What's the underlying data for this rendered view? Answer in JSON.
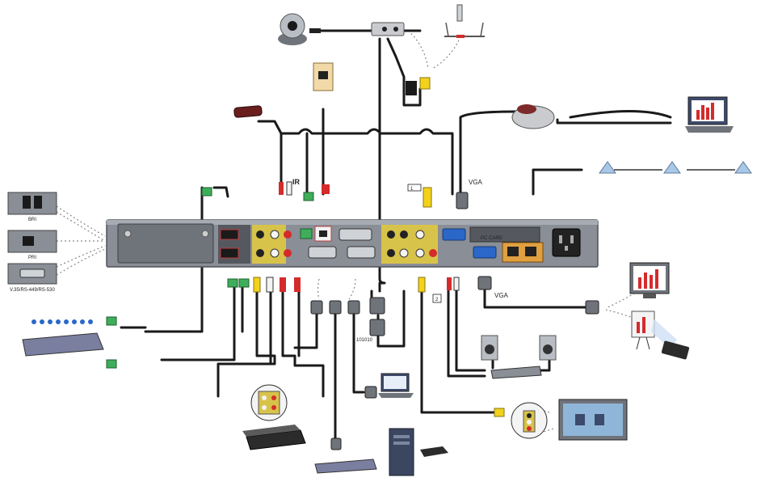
{
  "labels": {
    "bri": "BRI",
    "pri": "PRI",
    "serial": "V.35/RS-449/RS-530",
    "vga_in": "VGA",
    "vga_out": "VGA",
    "ir": "IR",
    "data": "101010",
    "mic_1": "1",
    "mic_2": "2",
    "pc_card": "PC CARD"
  },
  "colors": {
    "chassis": "#8a8e96",
    "chassis_dark": "#5d6168",
    "cable": "#1a1a1a",
    "yellow": "#f2d21b",
    "red": "#d52b2b",
    "white": "#f4f4f4",
    "green": "#3fae5a",
    "blue": "#2a67c8"
  },
  "icons": [
    "camera-icon",
    "camera-adapter-icon",
    "mic-pod-icon",
    "wall-jack-icon",
    "ir-remote-icon",
    "mouse-icon",
    "laptop-icon",
    "phone-pod-icon",
    "isdn-module-icon",
    "network-hub-icon",
    "speaker-icon",
    "amplifier-icon",
    "vcr-icon",
    "monitor-icon",
    "tv-monitor-icon",
    "projector-icon",
    "pc-tower-icon",
    "network-switch-icon",
    "power-socket-icon"
  ]
}
